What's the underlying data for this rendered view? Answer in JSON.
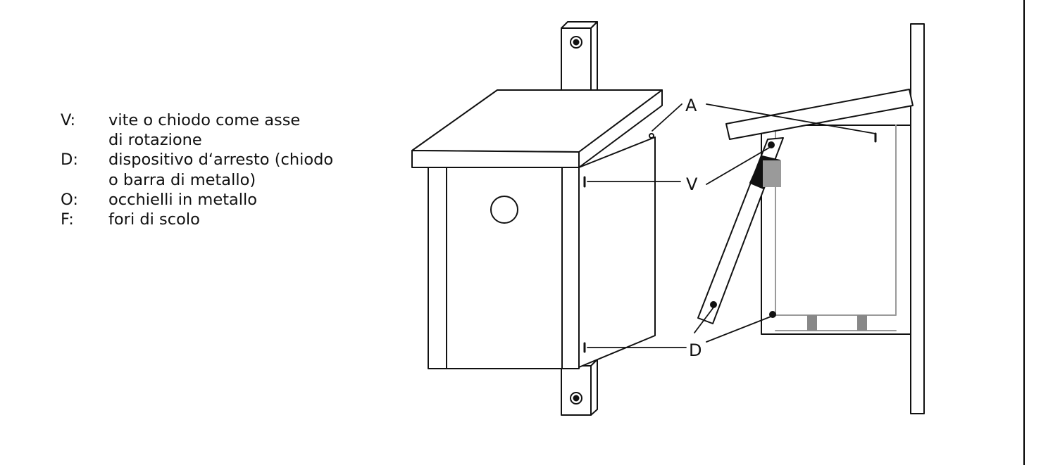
{
  "legend": [
    {
      "key": "V:",
      "text": "vite o chiodo come asse\ndi rotazione"
    },
    {
      "key": "D:",
      "text": "dispositivo d‘arresto (chiodo\no barra di metallo)"
    },
    {
      "key": "O:",
      "text": "occhielli in metallo"
    },
    {
      "key": "F:",
      "text": "fori di scolo"
    }
  ],
  "diagram_labels": {
    "A": "A",
    "V": "V",
    "D": "D"
  },
  "colors": {
    "line": "#111111",
    "shade": "#9a9a9a",
    "dark": "#111111"
  },
  "icons": [
    "screw-eyelet-icon",
    "entrance-hole-icon"
  ]
}
